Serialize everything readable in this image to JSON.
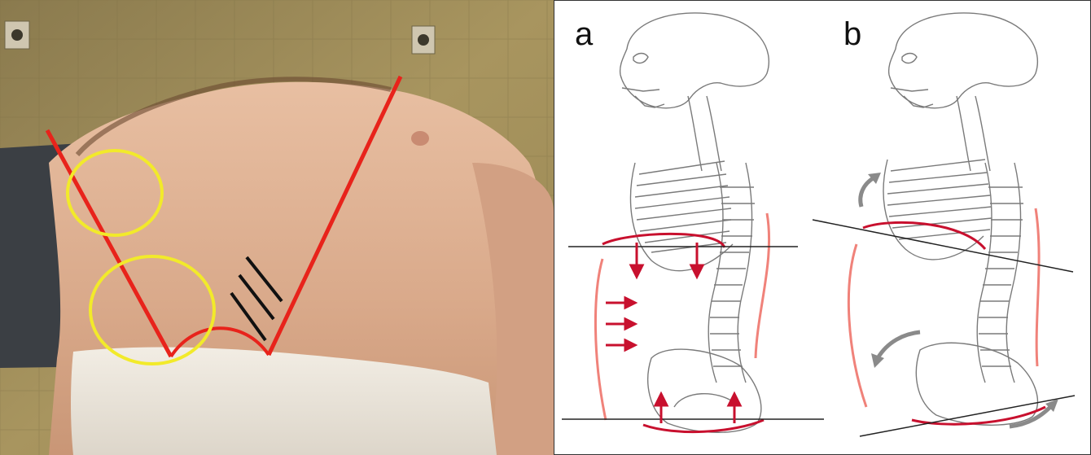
{
  "panels": {
    "a_label": "a",
    "b_label": "b"
  },
  "colors": {
    "red_line": "#e8231b",
    "yellow_circle": "#f2ea2a",
    "diagram_red": "#c8102e",
    "diagram_pink": "#f0827a",
    "gray_arrow": "#8a8a8a",
    "skeleton_stroke": "#7a7a7a"
  },
  "icons": {
    "photo": "patient-photo",
    "skeleton_a": "skeleton-icon",
    "skeleton_b": "skeleton-icon"
  }
}
